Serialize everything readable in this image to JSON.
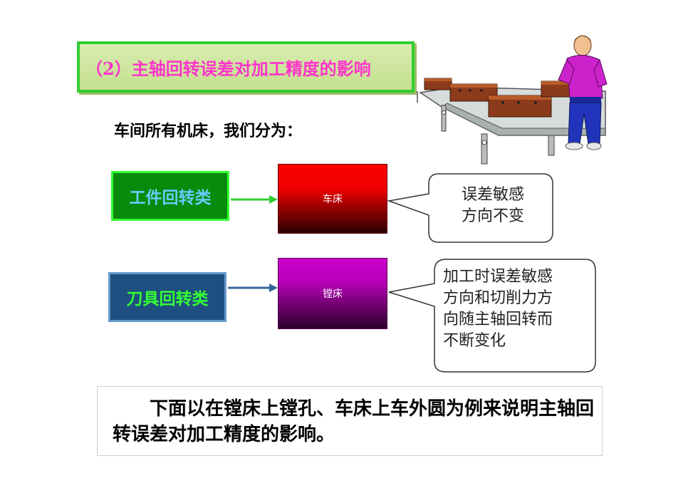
{
  "title": "（2）主轴回转误差对加工精度的影响",
  "intro": "车间所有机床，我们分为：",
  "categories": [
    {
      "label": "工件回转类",
      "machine": "车床",
      "note": "误差敏感方向不变"
    },
    {
      "label": "刀具回转类",
      "machine": "镗床",
      "note": "加工时误差敏感方向和切削力方向随主轴回转而不断变化"
    }
  ],
  "note_lines": [
    [
      "误差敏感",
      "方向不变"
    ],
    [
      "加工时误差敏感",
      "方向和切削力方",
      "向随主轴回转而",
      "不断变化"
    ]
  ],
  "bottom_text": "下面以在镗床上镗孔、车床上车外圆为例来说明主轴回转误差对加工精度的影响。",
  "colors": {
    "title_text": "#ff33cc",
    "title_border": "#33cc33",
    "cat1_bg": "#0a8a0a",
    "cat2_bg": "#1f4f80",
    "machine1": "#ff0000",
    "machine2": "#cc00cc"
  },
  "icons": [
    "worker-illustration",
    "conveyor-icon",
    "box-icon"
  ]
}
